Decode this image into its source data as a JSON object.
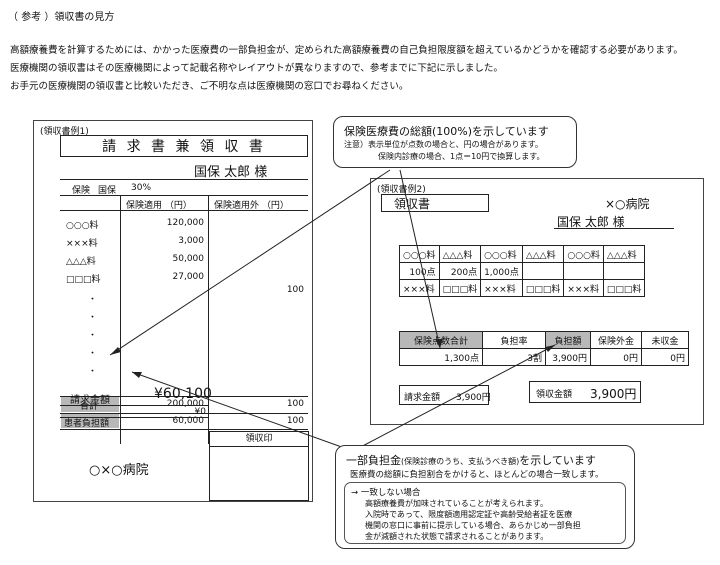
{
  "header": {
    "title": "（ 参考 ）領収書の見方",
    "lines": [
      "高額療養費を計算するためには、かかった医療費の一部負担金が、定められた高額療養費の自己負担限度額を超えているかどうかを確認する必要があります。",
      "医療機関の領収書はその医療機関によって記載名称やレイアウトが異なりますので、参考までに下記に示しました。",
      "お手元の医療機関の領収書と比較いただき、ご不明な点は医療機関の窓口でお尋ねください。"
    ]
  },
  "example1": {
    "caption": "(領収書例1)",
    "title": "請 求 書 兼 領 収 書",
    "patient": "国保  太郎  様",
    "insurance_label": "保険",
    "insurance_type": "国保",
    "insurance_rate": "30%",
    "col_insured": "保険適用 （円）",
    "col_uninsured": "保険適用外 （円）",
    "rows": [
      {
        "label": "○○○料",
        "insured": "120,000"
      },
      {
        "label": "×××料",
        "insured": "3,000"
      },
      {
        "label": "△△△料",
        "insured": "50,000"
      },
      {
        "label": "□□□料",
        "insured": "27,000"
      }
    ],
    "dots": [
      "・",
      "・",
      "・",
      "・",
      "・"
    ],
    "side_value": "100",
    "total_label": "合計",
    "total_insured": "200,000",
    "total_uninsured": "100",
    "copay_label": "患者負担額",
    "copay_insured": "60,000",
    "copay_uninsured": "100",
    "billed_label": "請求金額",
    "billed_amount": "¥60,100",
    "zero": "¥0",
    "receipt_stamp": "領収印",
    "hospital": "○×○病院"
  },
  "example2": {
    "caption": "(領収書例2)",
    "title": "領収書",
    "hospital": "×○病院",
    "patient": "国保  太郎 様",
    "grid_row1": [
      "○○○料",
      "△△△料",
      "○○○料",
      "△△△料",
      "○○○料",
      "△△△料"
    ],
    "grid_row2": [
      "100点",
      "200点",
      "1,000点",
      "",
      "",
      ""
    ],
    "grid_row3": [
      "×××料",
      "□□□料",
      "×××料",
      "□□□料",
      "×××料",
      "□□□料"
    ],
    "summary_headers": [
      "保険点数合計",
      "負担率",
      "負担額",
      "保険外金",
      "未収金"
    ],
    "summary_values": [
      "1,300点",
      "3割",
      "3,900円",
      "0円",
      "0円"
    ],
    "billed_label": "請求金額",
    "billed_amount": "3,900円",
    "received_label": "領収金額",
    "received_amount": "3,900円"
  },
  "callout_top": {
    "title": "保険医療費の総額(100%)を示しています",
    "note1": "注意）表示単位が点数の場合と、円の場合があります。",
    "note2": "保険内診療の場合、1点＝10円で換算します。"
  },
  "callout_bottom": {
    "title": "一部負担金",
    "title_small": "(保険診療のうち、支払うべき額)",
    "title_tail": "を示しています",
    "sub": "医療費の総額に負担割合をかけると、ほとんどの場合一致します。",
    "inner_head": "→  一致しない場合",
    "inner_lines": [
      "高額療養費が加味されていることが考えられます。",
      "入院時であって、限度額適用認定証や高齢受給者証を医療",
      "機関の窓口に事前に提示している場合、あらかじめ一部負担",
      "金が減額された状態で請求されることがあります。"
    ]
  }
}
